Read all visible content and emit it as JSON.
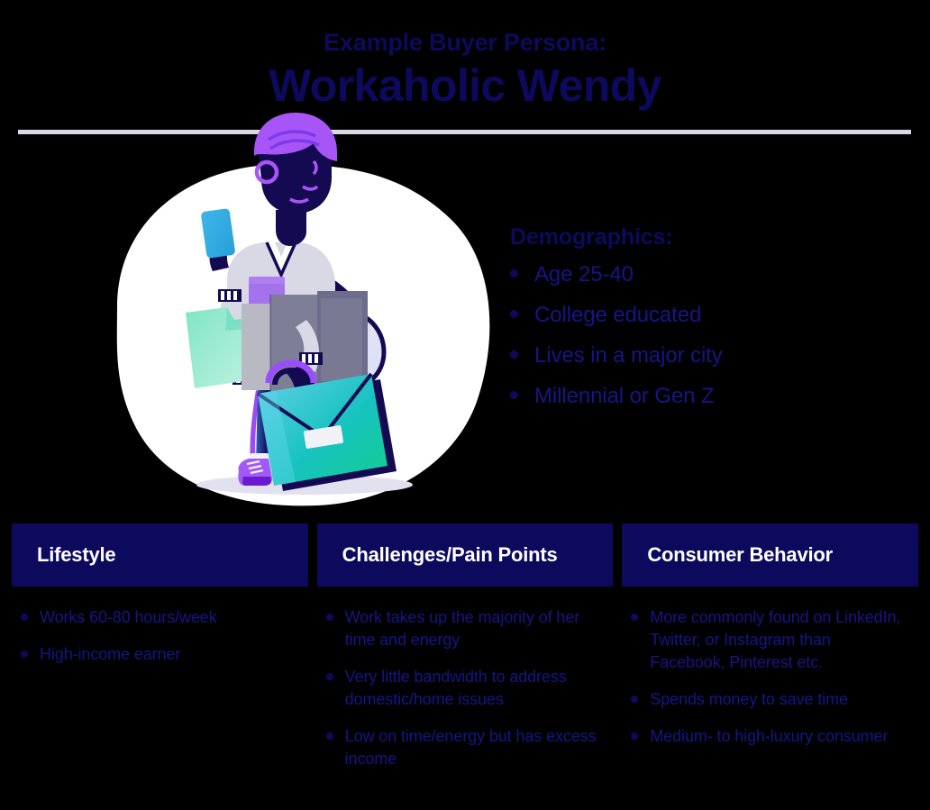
{
  "header": {
    "eyebrow": "Example Buyer Persona:",
    "title": "Workaholic Wendy"
  },
  "illustration": {
    "alt_name": "workaholic-woman-illustration",
    "colors": {
      "blob": "#ffffff",
      "hair": "#a855f7",
      "skin": "#140a52",
      "sweater": "#d8d9e4",
      "pants": "#140a52",
      "shoes": "#9b4dff",
      "briefcase_start": "#4fc3e8",
      "briefcase_end": "#14c99a",
      "folder_green": "#8fe9cf",
      "phone": "#2aa8e0",
      "ground_shadow": "#e2e1ef"
    }
  },
  "demographics": {
    "title": "Demographics:",
    "items": [
      "Age 25-40",
      "College educated",
      "Lives in a major city",
      "Millennial or Gen Z"
    ]
  },
  "columns": [
    {
      "header": "Lifestyle",
      "items": [
        "Works 60-80 hours/week",
        "High-income earner"
      ]
    },
    {
      "header": "Challenges/Pain Points",
      "items": [
        "Work takes up the majority of her time and energy",
        "Very little bandwidth to address domestic/home issues",
        "Low on time/energy but has excess income"
      ]
    },
    {
      "header": "Consumer Behavior",
      "items": [
        "More commonly found on LinkedIn, Twitter, or Instagram than Facebook, Pinterest etc.",
        "Spends money to save time",
        "Medium- to high-luxury consumer"
      ]
    }
  ],
  "theme": {
    "navy": "#0d0a5e",
    "text_blue": "#161585",
    "divider": "#d9d9e8",
    "white": "#ffffff"
  }
}
